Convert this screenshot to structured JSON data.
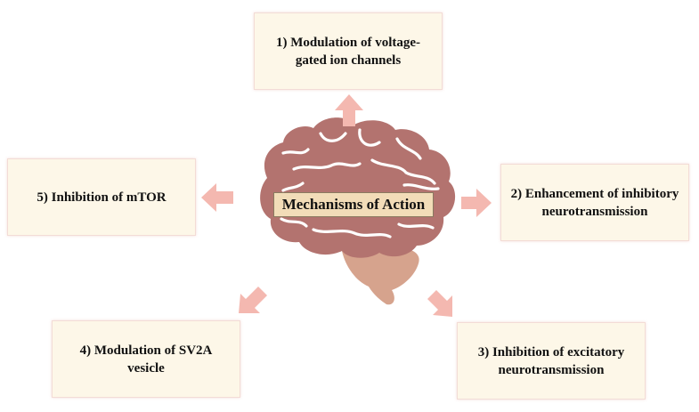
{
  "center": {
    "title": "Mechanisms of Action",
    "icon": "brain-icon"
  },
  "mechanisms": [
    {
      "label": "1) Modulation of voltage-gated ion channels"
    },
    {
      "label": "2) Enhancement of inhibitory neurotransmission"
    },
    {
      "label": "3) Inhibition of excitatory neurotransmission"
    },
    {
      "label": "4) Modulation of SV2A vesicle"
    },
    {
      "label": "5) Inhibition of mTOR"
    }
  ],
  "colors": {
    "box_fill": "#fdf7e8",
    "box_border": "#f3dcd6",
    "arrow": "#f4b8b0",
    "brain_cerebrum": "#b3736f",
    "brain_cerebellum": "#d6a38d",
    "label_fill": "#f2dcb8"
  }
}
